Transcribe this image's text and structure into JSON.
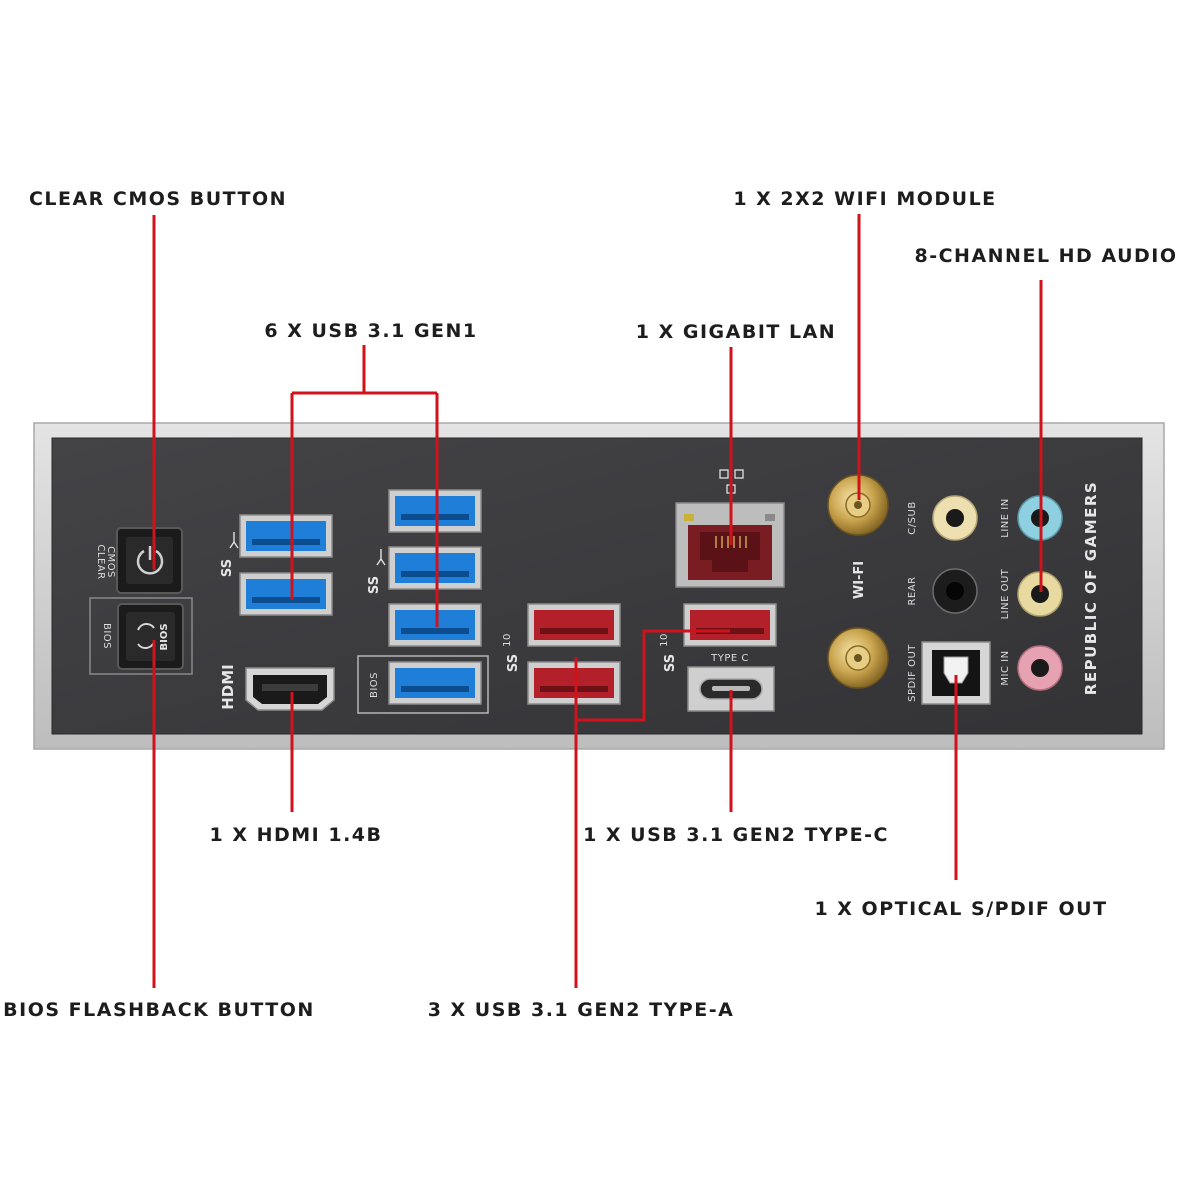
{
  "callouts": {
    "clear_cmos": "CLEAR CMOS BUTTON",
    "usb31_gen1": "6 X USB 3.1 GEN1",
    "gigabit_lan": "1 X GIGABIT LAN",
    "wifi_module": "1 X 2X2 WIFI MODULE",
    "hd_audio": "8-CHANNEL HD AUDIO",
    "hdmi": "1 X HDMI 1.4B",
    "usb_typec": "1 X USB 3.1 GEN2 TYPE-C",
    "spdif": "1 X OPTICAL S/PDIF OUT",
    "bios_flashback": "BIOS FLASHBACK BUTTON",
    "usb_typea": "3 X USB 3.1 GEN2 TYPE-A"
  },
  "silkscreen": {
    "clear_cmos_line1": "CLEAR",
    "clear_cmos_line2": "CMOS",
    "bios_side": "BIOS",
    "bios_button": "BIOS",
    "hdmi": "HDMI",
    "bios_usb": "BIOS",
    "ss_gen2_a": "10",
    "ss_gen2_c": "10",
    "type_c": "TYPE C",
    "wifi": "WI-FI",
    "csub": "C/SUB",
    "rear": "REAR",
    "spdif_out": "SPDIF OUT",
    "line_in": "LINE IN",
    "line_out": "LINE OUT",
    "mic_in": "MIC IN",
    "brand": "REPUBLIC OF GAMERS"
  },
  "colors": {
    "accent": "#d0121b",
    "panel": "#3a3a3d",
    "usb_gen1": "#1f7fd8",
    "usb_gen2": "#b3202a",
    "lan": "#7a1d22",
    "line_in": "#8fd0e0",
    "line_out": "#e8d9a0",
    "mic_in": "#e7a2b2",
    "csub": "#eddfb0"
  },
  "icons": [
    "power-icon",
    "refresh-icon",
    "network-icon",
    "superspeed-icon"
  ]
}
